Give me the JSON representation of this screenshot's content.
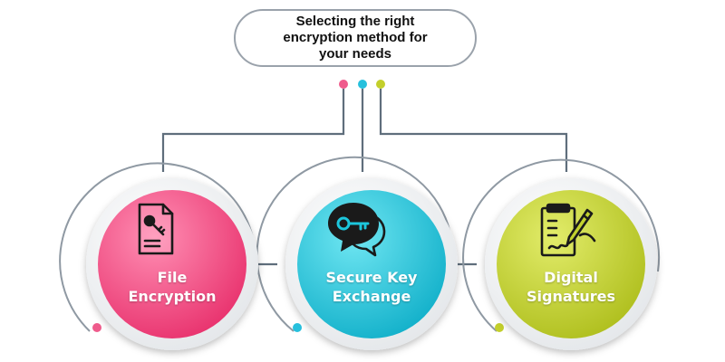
{
  "diagram": {
    "title": "Selecting the right\nencryption method for\nyour needs",
    "nodes": [
      {
        "label": "File\nEncryption",
        "icon": "file-key-icon",
        "color": "#f2407a"
      },
      {
        "label": "Secure Key\nExchange",
        "icon": "key-chat-icon",
        "color": "#1cc6dc"
      },
      {
        "label": "Digital\nSignatures",
        "icon": "signature-document-icon",
        "color": "#c2d12e"
      }
    ],
    "dot_colors": [
      "#ef5b8c",
      "#26c0dd",
      "#c3cf2b"
    ],
    "line_color": "#5f6e7c"
  }
}
